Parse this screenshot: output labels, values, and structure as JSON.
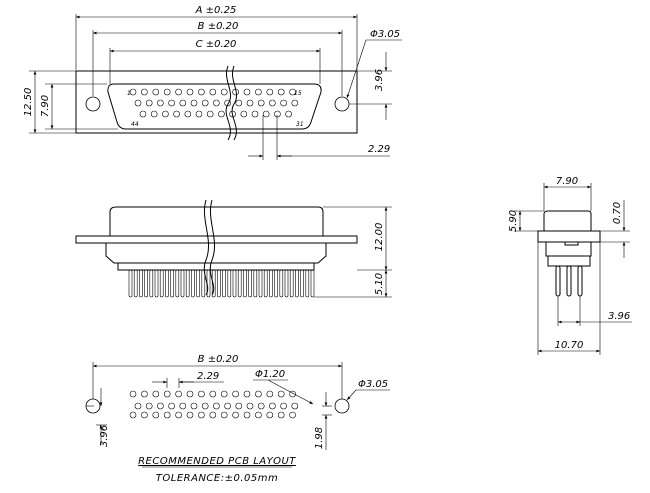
{
  "top_view": {
    "dim_a": "A ±0.25",
    "dim_b": "B ±0.20",
    "dim_c": "C ±0.20",
    "dim_hole": "Φ3.05",
    "dim_396": "3.96",
    "dim_1250": "12.50",
    "dim_790": "7.90",
    "dim_229": "2.29",
    "pin_label_first": "1",
    "pin_label_last_top": "15",
    "pin_label_first_bottom": "44",
    "pin_label_last_bottom": "31"
  },
  "front_view": {
    "dim_1200": "12.00",
    "dim_510": "5.10"
  },
  "side_view": {
    "dim_790": "7.90",
    "dim_590": "5.90",
    "dim_070": "0.70",
    "dim_396": "3.96",
    "dim_1070": "10.70"
  },
  "pcb_view": {
    "dim_b": "B ±0.20",
    "dim_229": "2.29",
    "dim_pin_hole": "Φ1.20",
    "dim_hole": "Φ3.05",
    "dim_396": "3.96",
    "dim_198": "1.98",
    "title": "RECOMMENDED PCB LAYOUT",
    "tolerance": "TOLERANCE:±0.05mm"
  }
}
